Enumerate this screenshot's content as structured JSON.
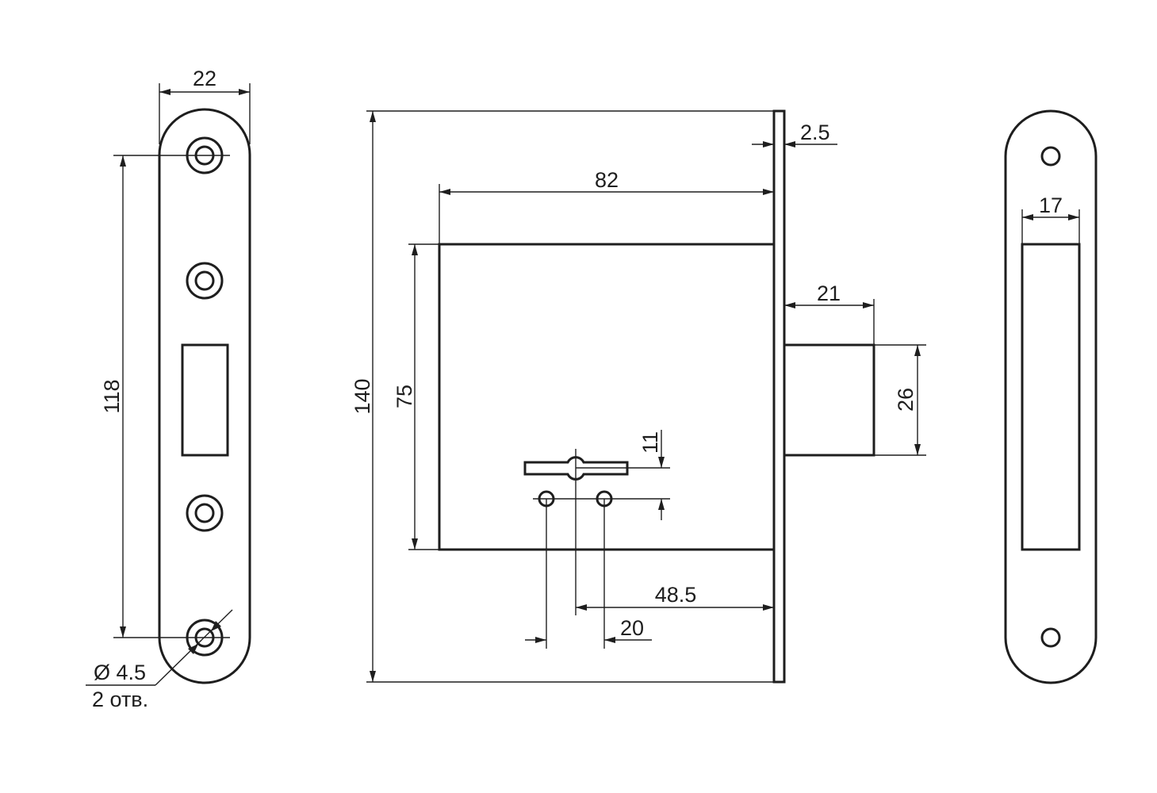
{
  "front_plate": {
    "width_label": "22",
    "hole_spacing_label": "118",
    "hole_diameter_label": "Ø 4.5",
    "hole_count_label": "2 отв."
  },
  "lock_body": {
    "total_height_label": "140",
    "body_height_label": "75",
    "body_depth_label": "82",
    "faceplate_thickness_label": "2.5",
    "bolt_projection_label": "21",
    "bolt_height_label": "26",
    "keyhole_offset_label": "11",
    "backset_label": "48.5",
    "screw_spacing_label": "20"
  },
  "strike_plate": {
    "slot_width_label": "17"
  }
}
